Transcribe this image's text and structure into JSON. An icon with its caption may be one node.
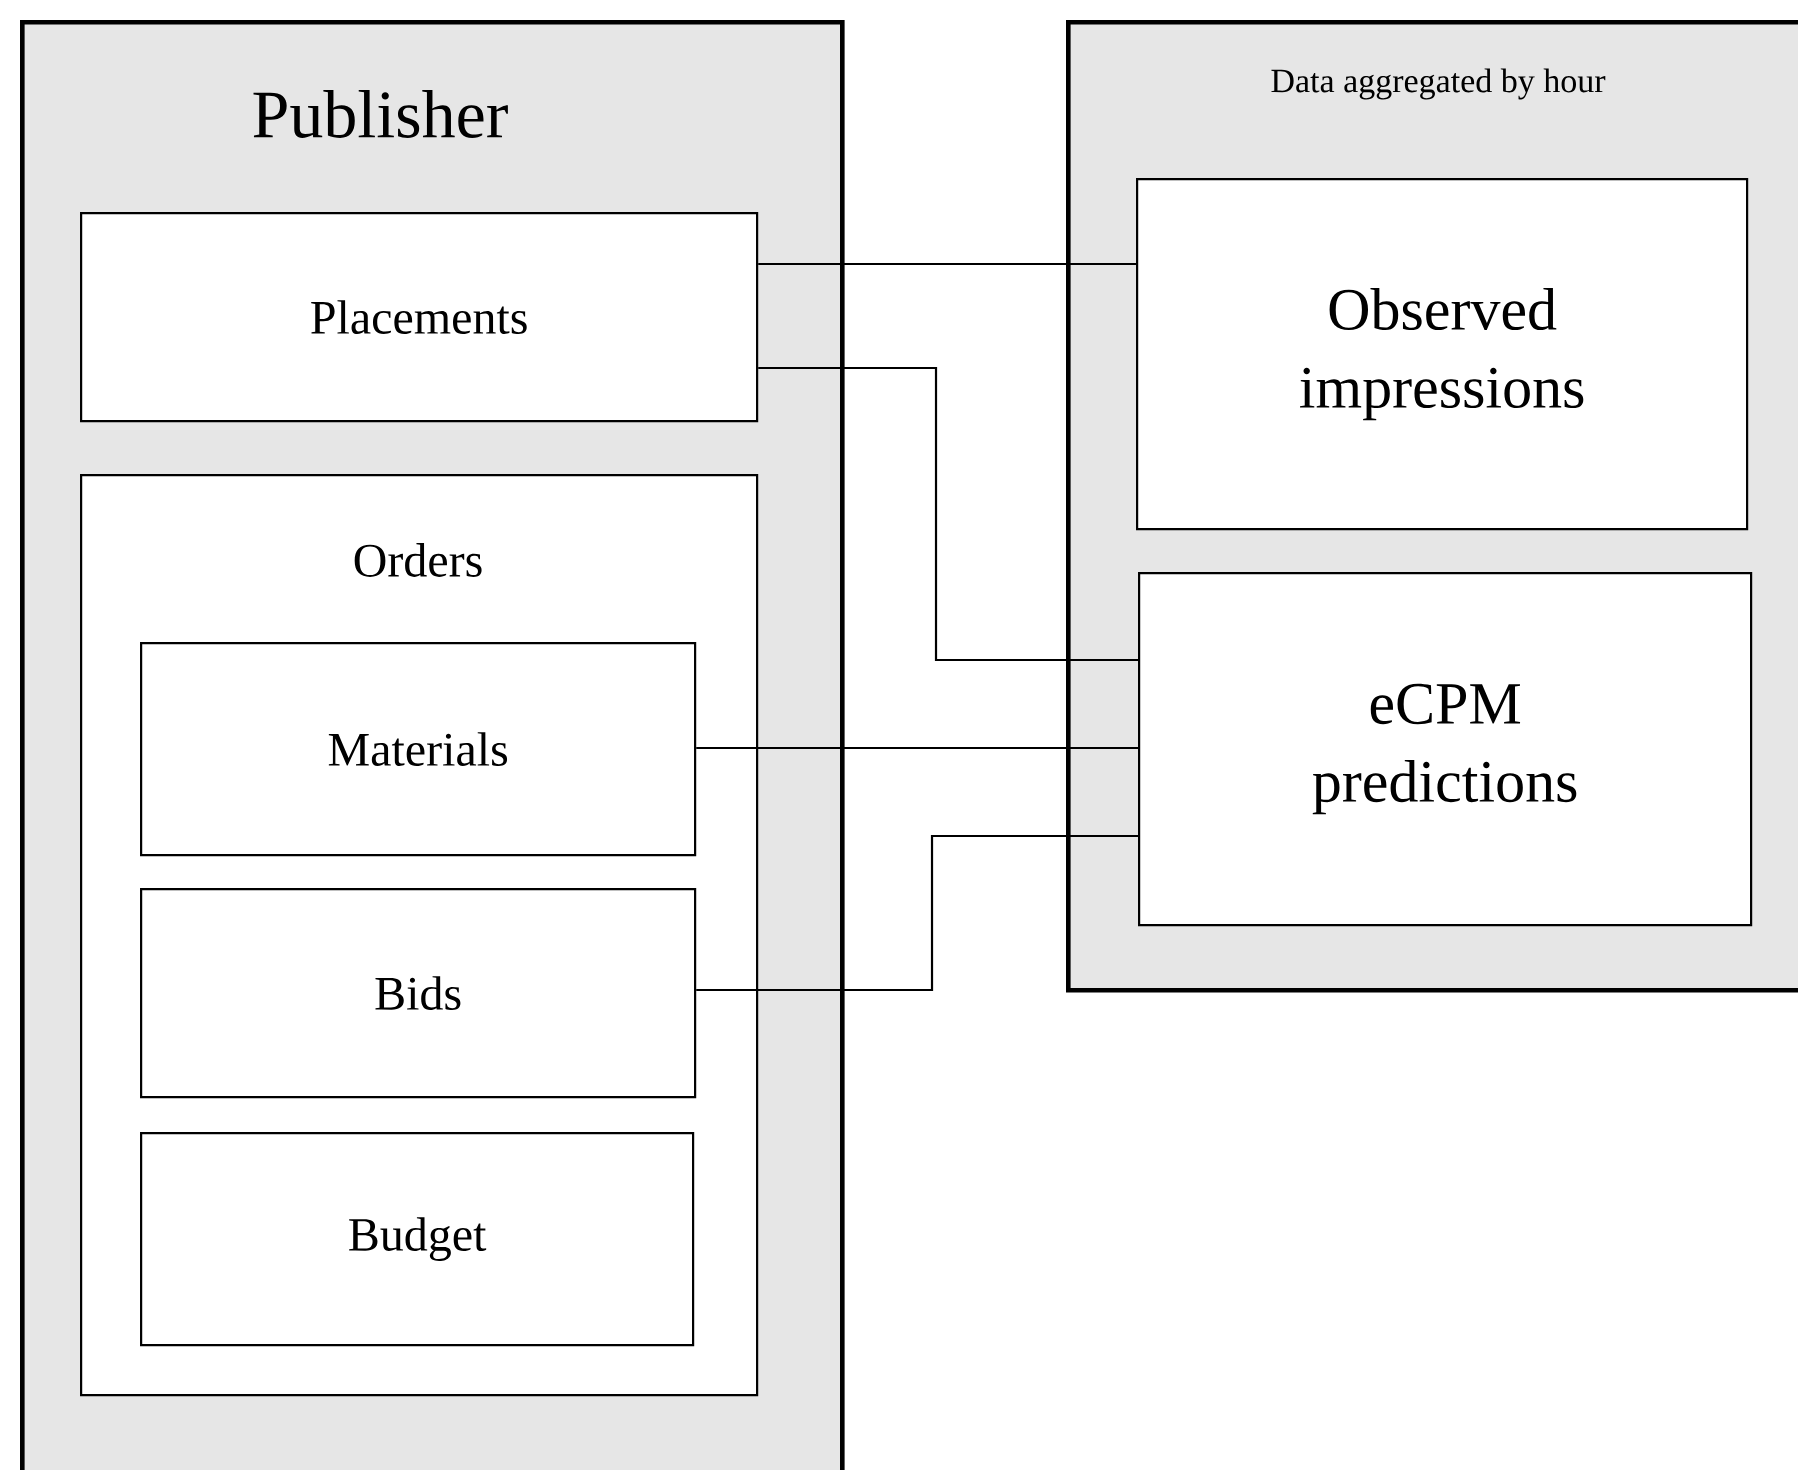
{
  "diagram": {
    "nodes": [
      {
        "text": [
          "Publisher"
        ]
      },
      {
        "text": [
          "Placements"
        ],
        "in": 0
      },
      {
        "text": [
          "Orders"
        ],
        "in": 0
      },
      {
        "text": [
          "Materials"
        ],
        "in": 2
      },
      {
        "text": [
          "Bids"
        ],
        "in": 2
      },
      {
        "text": [
          "Budget"
        ],
        "in": 2
      },
      {
        "text": [
          "Data aggregated by hour"
        ]
      },
      {
        "text": [
          "Observed impressions"
        ],
        "in": 6
      },
      {
        "text": [
          "eCPM predictions"
        ],
        "in": 6
      }
    ],
    "edges": [
      {
        "from": 1,
        "to": 7,
        "arrow": "none"
      },
      {
        "from": 1,
        "to": 8,
        "arrow": "none"
      },
      {
        "from": 3,
        "to": 8,
        "arrow": "none"
      },
      {
        "from": 4,
        "to": 8,
        "arrow": "none"
      }
    ]
  }
}
